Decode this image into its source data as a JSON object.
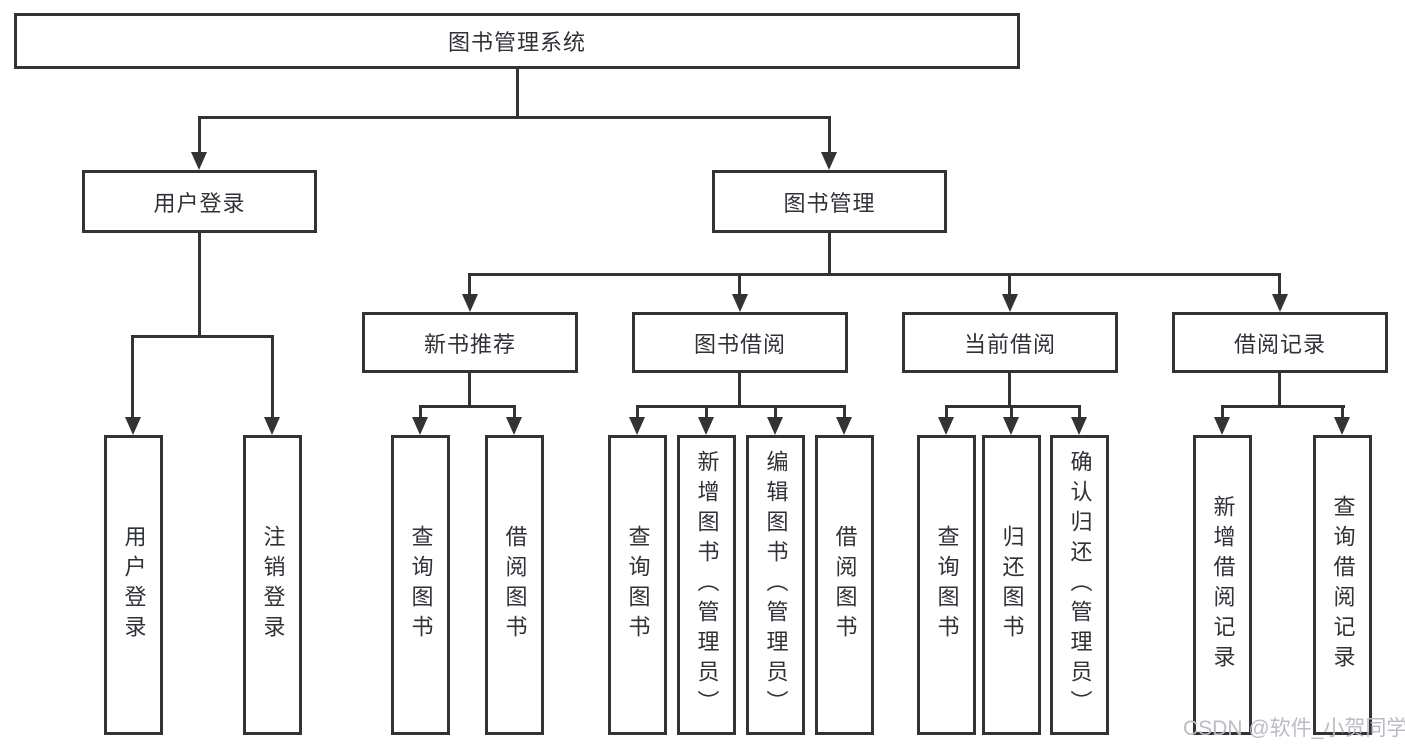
{
  "title": {
    "label": "图书管理系统"
  },
  "branches": [
    {
      "label": "用户登录",
      "leaves": [
        {
          "label": "用户登录"
        },
        {
          "label": "注销登录"
        }
      ]
    },
    {
      "label": "图书管理",
      "groups": [
        {
          "label": "新书推荐",
          "leaves": [
            {
              "label": "查询图书"
            },
            {
              "label": "借阅图书"
            }
          ]
        },
        {
          "label": "图书借阅",
          "leaves": [
            {
              "label": "查询图书"
            },
            {
              "label": "新增图书（管理员）"
            },
            {
              "label": "编辑图书（管理员）"
            },
            {
              "label": "借阅图书"
            }
          ]
        },
        {
          "label": "当前借阅",
          "leaves": [
            {
              "label": "查询图书"
            },
            {
              "label": "归还图书"
            },
            {
              "label": "确认归还（管理员）"
            }
          ]
        },
        {
          "label": "借阅记录",
          "leaves": [
            {
              "label": "新增借阅记录"
            },
            {
              "label": "查询借阅记录"
            }
          ]
        }
      ]
    }
  ],
  "watermark": {
    "text": "CSDN @软件_小贺同学"
  },
  "colors": {
    "line": "#333333",
    "text": "#2f3237",
    "background": "#ffffff",
    "watermark": "#b9bdc3"
  }
}
